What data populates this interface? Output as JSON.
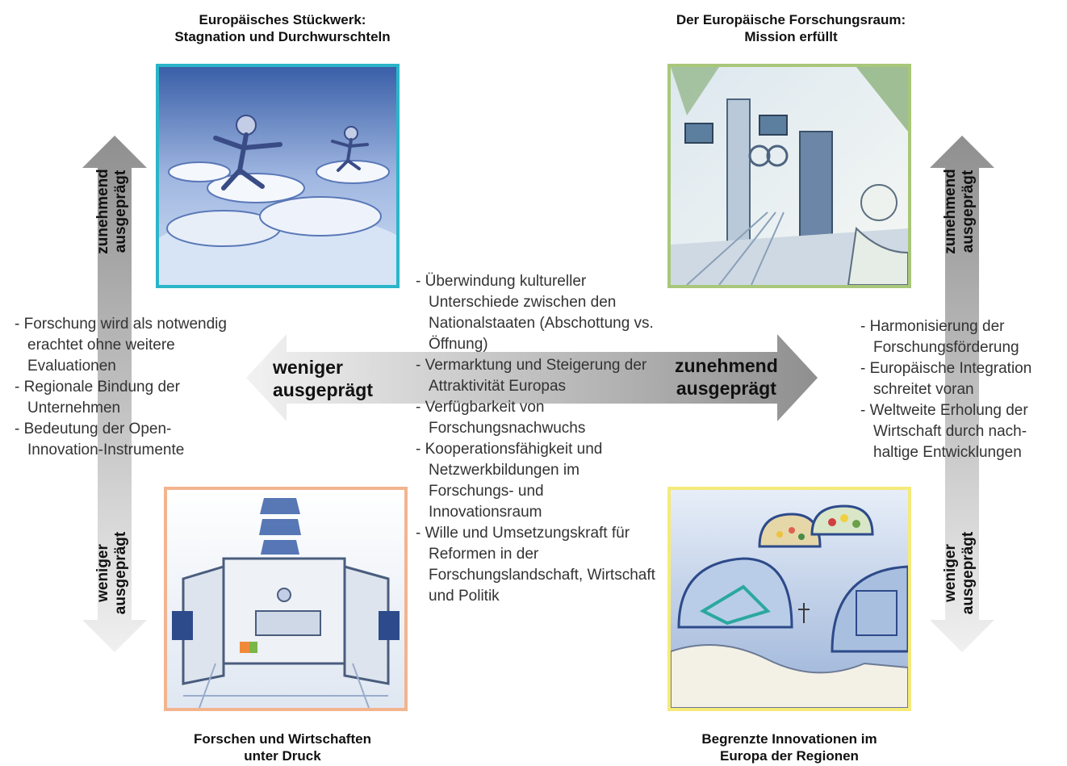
{
  "scenarios": {
    "top_left": {
      "title_line1": "Europäisches Stückwerk:",
      "title_line2": "Stagnation und Durchwurschteln",
      "frame_color": "#2bb5c8"
    },
    "top_right": {
      "title_line1": "Der Europäische Forschungsraum:",
      "title_line2": "Mission erfüllt",
      "frame_color": "#a9c77a"
    },
    "bottom_left": {
      "title_line1": "Forschen und Wirtschaften",
      "title_line2": "unter Druck",
      "frame_color": "#f2b48f"
    },
    "bottom_right": {
      "title_line1": "Begrenzte Innovationen im",
      "title_line2": "Europa der Regionen",
      "frame_color": "#f5ea7a"
    }
  },
  "axes": {
    "left_top": {
      "line1": "zunehmend",
      "line2": "ausgeprägt"
    },
    "left_bottom": {
      "line1": "weniger",
      "line2": "ausgeprägt"
    },
    "right_top": {
      "line1": "zunehmend",
      "line2": "ausgeprägt"
    },
    "right_bottom": {
      "line1": "weniger",
      "line2": "ausgeprägt"
    },
    "horizontal_left": {
      "line1": "weniger",
      "line2": "ausgeprägt"
    },
    "horizontal_right": {
      "line1": "zunehmend",
      "line2": "ausgeprägt"
    }
  },
  "left_factors": [
    "Forschung wird als notwendig erachtet ohne weitere Evaluationen",
    "Regionale Bindung der Unternehmen",
    "Bedeutung der Open-Innovation-Instrumente"
  ],
  "center_factors": [
    "Überwindung kultureller Unterschiede zwischen den Nationalstaaten (Abschottung vs. Öffnung)",
    "Vermarktung und Steigerung der Attraktivität Europas",
    "Verfügbarkeit von Forschungsnachwuchs",
    "Kooperationsfähigkeit und Netzwerkbildungen im Forschungs- und Innovationsraum",
    "Wille und Umsetzungskraft für Reformen in der Forschungslandschaft, Wirtschaft und Politik"
  ],
  "right_factors": [
    "Harmonisierung der Forschungsförderung",
    "Europäische Integration schreitet voran",
    "Weltweite Erholung der Wirtschaft durch nach-haltige Entwicklungen"
  ]
}
